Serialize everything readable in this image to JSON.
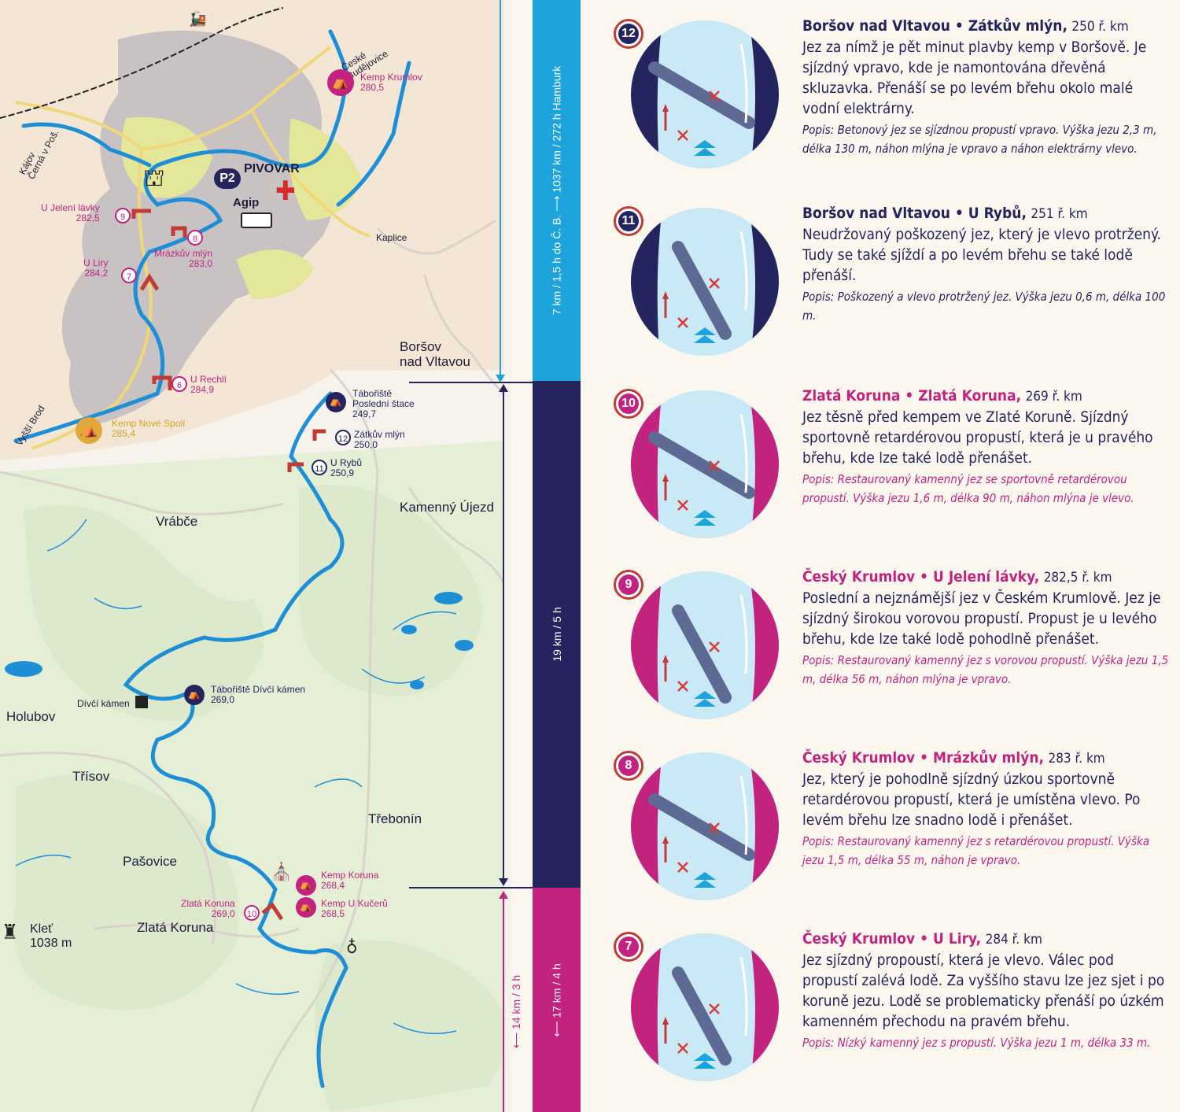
{
  "map": {
    "towns": {
      "borsov": "Boršov\nnad Vltavou",
      "kamenny_ujezd": "Kamenný Újezd",
      "vrabce": "Vrábče",
      "holubov": "Holubov",
      "trisov": "Třísov",
      "trebonin": "Třebonín",
      "pasovice": "Pašovice",
      "zlata_koruna": "Zlatá Koruna",
      "divci_kamen": "Dívčí kámen"
    },
    "kaplice": "Kaplice",
    "ceske_budejovice": "České\nBudějovice",
    "kajov": "Kájov\nČerná v Poš.",
    "vyssi_brod": "Vyšší Brod",
    "klet": "Kleť\n1038 m",
    "pivovar": "PIVOVAR",
    "p2": "P2",
    "agip": "Agip",
    "camps": {
      "krumlov": "Kemp Krumlov\n280,5",
      "nove_spoli": "Kemp Nové Spolí\n285,4",
      "posledni_stace": "Tábořiště\nPoslední štace\n249,7",
      "divci_kamen": "Tábořiště Dívčí kámen\n269,0",
      "koruna": "Kemp Koruna\n268,4",
      "u_kuceru": "Kemp U Kučerů\n268,5"
    },
    "weirs": {
      "w9": {
        "num": "9",
        "label": "U Jelení lávky\n282,5"
      },
      "w8": {
        "num": "8",
        "label": "Mrázkův mlýn\n283,0"
      },
      "w7": {
        "num": "7",
        "label": "U Liry\n284,2"
      },
      "w6": {
        "num": "6",
        "label": "U Rechlí\n284,9"
      },
      "w12": {
        "num": "12",
        "label": "Zátkův mlýn\n250,0"
      },
      "w11": {
        "num": "11",
        "label": "U Rybů\n250,9"
      },
      "w10": {
        "num": "10",
        "label": "Zlatá Koruna\n269,0"
      }
    }
  },
  "bars": {
    "cyan": "7 km / 1,5 h do Č. B.  ⟶  1037 km / 272 h Hamburk",
    "navy": "19 km / 5 h",
    "pink": "⟵  17 km / 4 h",
    "thin": "⟵  14 km / 3 h"
  },
  "entries": [
    {
      "num": "12",
      "theme": "navy",
      "title": "Boršov nad Vltavou • Zátkův mlýn,",
      "km": "250 ř. km",
      "body": "Jez za nímž je pět minut plavby kemp v Boršově. Je sjízdný vpravo, kde je namontována dřevěná skluzavka. Přenáší se po levém břehu okolo malé vodní elektrárny.",
      "desc": "Popis: Betonový jez se sjízdnou propustí vpravo. Výška jezu 2,3 m, délka 130 m, náhon mlýna je vpravo a náhon elektrárny vlevo."
    },
    {
      "num": "11",
      "theme": "navy",
      "title": "Boršov nad Vltavou • U Rybů,",
      "km": "251 ř. km",
      "body": "Neudržovaný poškozený jez, který je vlevo protržený. Tudy se také sjíždí a po levém břehu se také lodě přenáší.",
      "desc": "Popis: Poškozený a vlevo protržený jez. Výška jezu 0,6 m, délka 100 m."
    },
    {
      "num": "10",
      "theme": "pink",
      "title": "Zlatá Koruna • Zlatá Koruna,",
      "km": "269 ř. km",
      "body": "Jez těsně před kempem ve Zlaté Koruně. Sjízdný sportovně retardérovou propustí, která je u pravého břehu, kde lze také lodě přenášet.",
      "desc": "Popis: Restaurovaný kamenný jez se sportovně retardérovou propustí. Výška jezu 1,6 m, délka 90 m, náhon mlýna je vlevo."
    },
    {
      "num": "9",
      "theme": "pink",
      "title": "Český Krumlov • U Jelení lávky,",
      "km": "282,5 ř. km",
      "body": "Poslední a nejznámější jez v Českém Krumlově. Jez je sjízdný širokou vorovou propustí. Propust je u levého břehu, kde lze také lodě pohodlně přenášet.",
      "desc": "Popis: Restaurovaný kamenný jez s vorovou propustí. Výška jezu 1,5 m, délka 56 m, náhon mlýna je vpravo."
    },
    {
      "num": "8",
      "theme": "pink",
      "title": "Český Krumlov • Mrázkův mlýn,",
      "km": "283 ř. km",
      "body": "Jez, který je pohodlně sjízdný úzkou sportovně retardérovou propustí, která je umístěna vlevo. Po levém břehu lze snadno lodě i přenášet.",
      "desc": "Popis: Restaurovaný kamenný jez s retardérovou propustí. Výška jezu 1,5 m, délka 55 m, náhon je vpravo."
    },
    {
      "num": "7",
      "theme": "pink",
      "title": "Český Krumlov • U Liry,",
      "km": "284 ř. km",
      "body": "Jez sjízdný propoustí, která je vlevo. Válec pod propustí zalévá lodě. Za vyššího stavu lze jez sjet i po koruně jezu. Lodě se problematicky přenáší po úzkém kamenném přechodu na pravém břehu.",
      "desc": "Popis: Nízký kamenný jez s propustí. Výška jezu 1 m, délka 33 m."
    }
  ],
  "colors": {
    "navy": "#24245f",
    "pink": "#c2237f",
    "cyan": "#1ea4dc",
    "river": "#1e8fd6",
    "red": "#c23a34"
  }
}
